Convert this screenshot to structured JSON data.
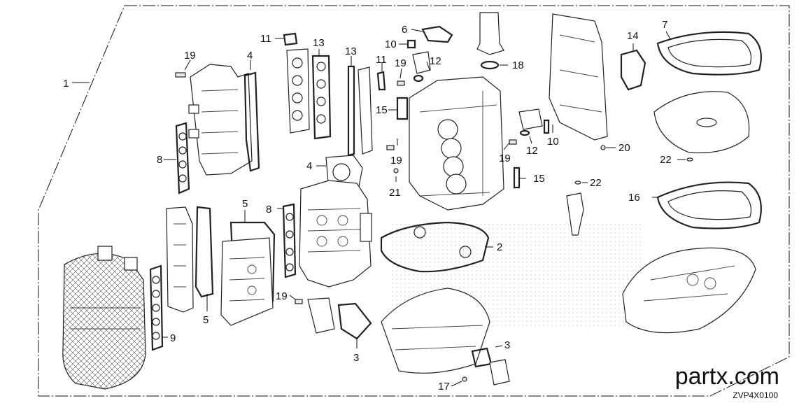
{
  "diagram": {
    "callouts": {
      "c1": "1",
      "c2": "2",
      "c3a": "3",
      "c3b": "3",
      "c4a": "4",
      "c4b": "4",
      "c5a": "5",
      "c5b": "5",
      "c6": "6",
      "c7": "7",
      "c8a": "8",
      "c8b": "8",
      "c9": "9",
      "c10a": "10",
      "c10b": "10",
      "c11a": "11",
      "c11b": "11",
      "c12a": "12",
      "c12b": "12",
      "c13a": "13",
      "c13b": "13",
      "c14": "14",
      "c15a": "15",
      "c15b": "15",
      "c16": "16",
      "c17": "17",
      "c18": "18",
      "c19a": "19",
      "c19b": "19",
      "c19c": "19",
      "c19d": "19",
      "c19e": "19",
      "c20": "20",
      "c21": "21",
      "c22a": "22",
      "c22b": "22"
    }
  },
  "branding": {
    "site": "partx.com",
    "diagram_code": "ZVP4X0100"
  },
  "colors": {
    "line": "#222222",
    "watermark": "#e4e4e4",
    "background": "#ffffff"
  }
}
